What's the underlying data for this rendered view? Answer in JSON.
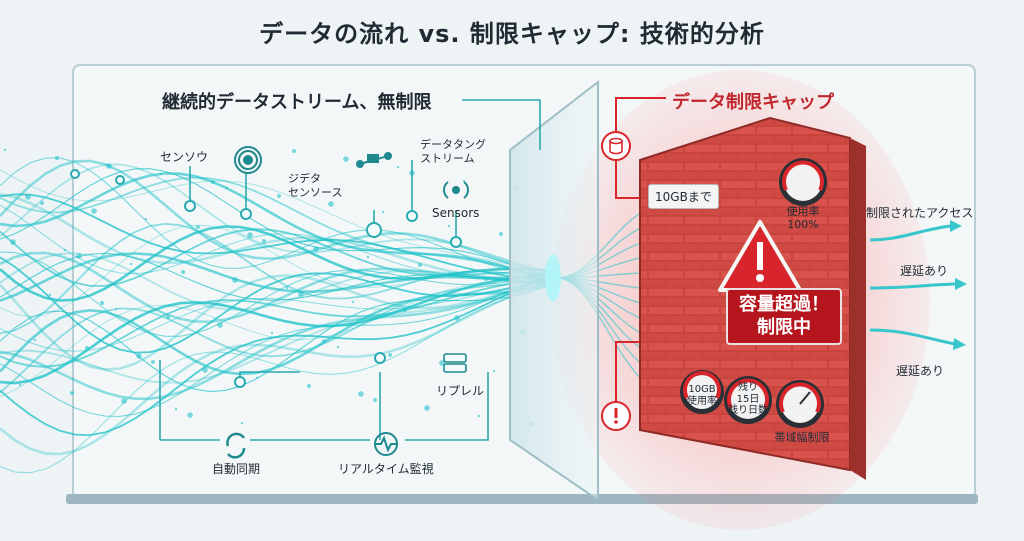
{
  "title": "データの流れ vs. 制限キャップ: 技術的分析",
  "left_panel": {
    "heading": "継続的データストリーム、無制限",
    "labels": {
      "sensor": "センソウ",
      "digital_sensor": "ジデタ\nセンソース",
      "data_streaming": "データタング\nストリーム",
      "sensors": "Sensors",
      "relay": "リプレル",
      "auto_sync": "自動同期",
      "realtime": "リアルタイム監視"
    }
  },
  "right_panel": {
    "heading": "データ制限キャップ",
    "cap_label": "10GBまで",
    "usage_gauge": "使用率\n100%",
    "warning": "容量超過！\n制限中",
    "gauge_usage": "10GB\n使用率",
    "gauge_remaining": "残り\n15日\n残り日数",
    "gauge_bandwidth": "帯域幅制限",
    "outputs": {
      "restricted": "制限されたアクセス",
      "delay1": "遅延あり",
      "delay2": "遅延あり"
    }
  },
  "colors": {
    "stream": "#22c3c9",
    "wall": "#c94340",
    "alert": "#d7252b"
  },
  "icons": [
    "database-icon",
    "alert-circle-icon",
    "sync-icon",
    "heartbeat-monitor-icon",
    "signal-icon",
    "drone-icon",
    "server-icon",
    "warning-triangle-icon"
  ]
}
